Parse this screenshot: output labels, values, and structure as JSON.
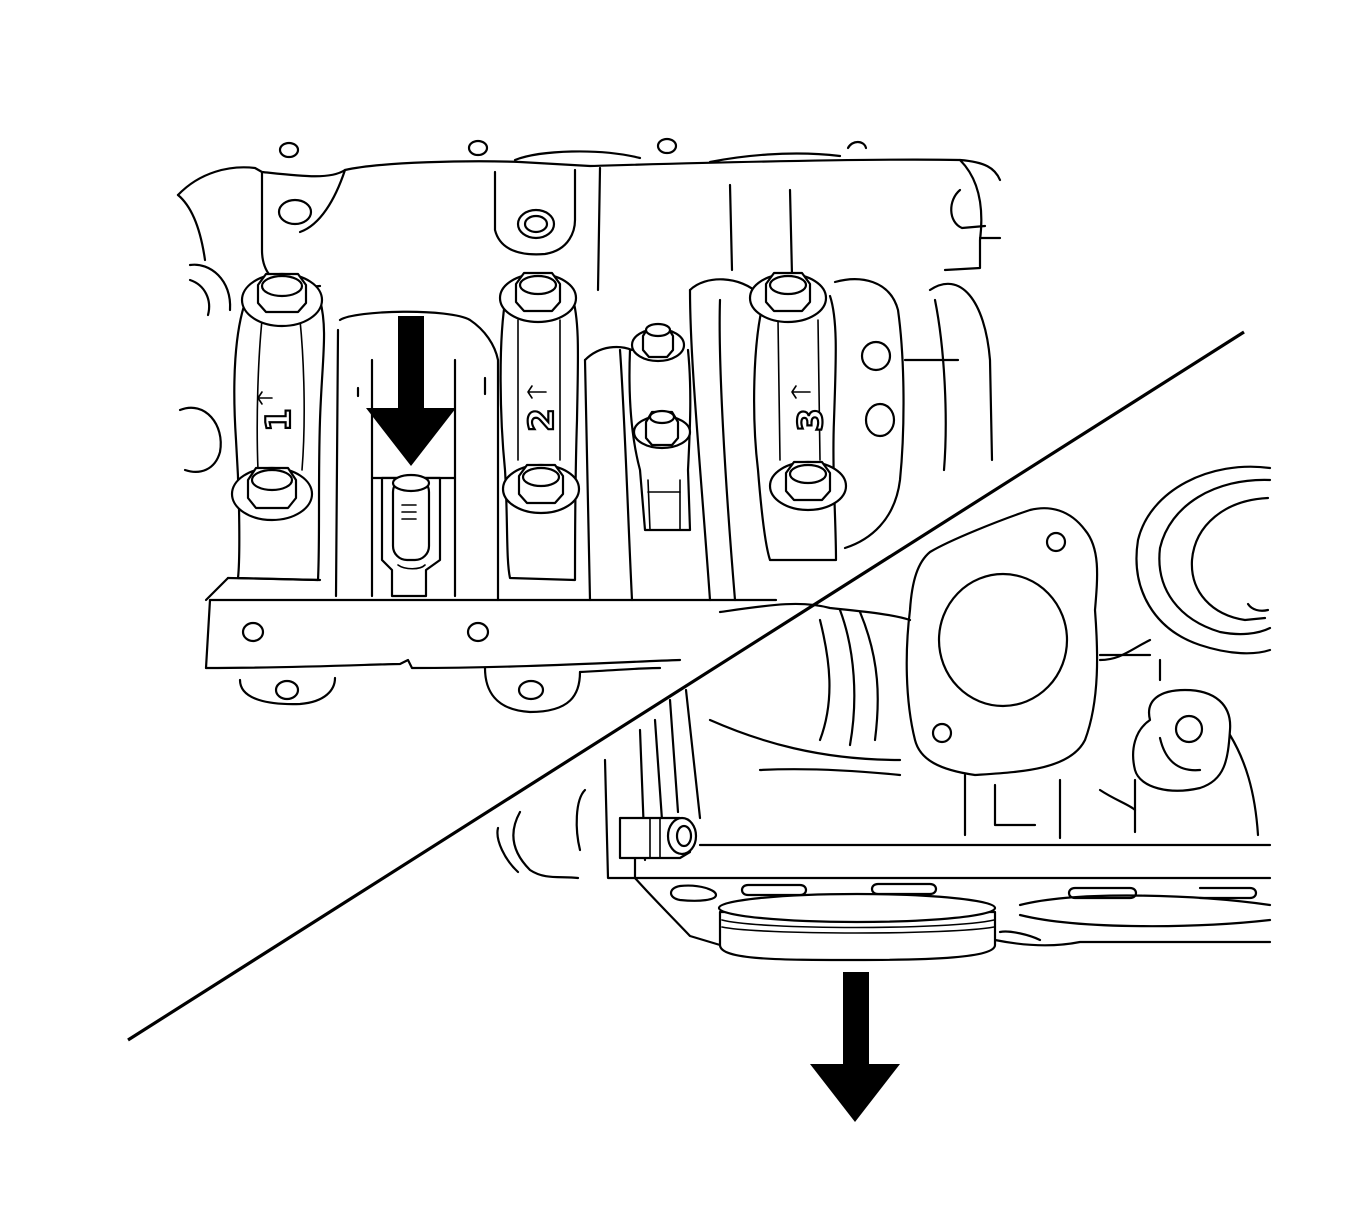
{
  "figure": {
    "upper_view": {
      "cap_numbers": [
        "1",
        "2",
        "3"
      ]
    },
    "lower_view": {}
  },
  "colors": {
    "line": "#000000",
    "background": "#ffffff",
    "arrow": "#000000"
  },
  "icons": {
    "tool_arrow": "down-arrow-icon",
    "removal_arrow": "down-arrow-icon"
  }
}
